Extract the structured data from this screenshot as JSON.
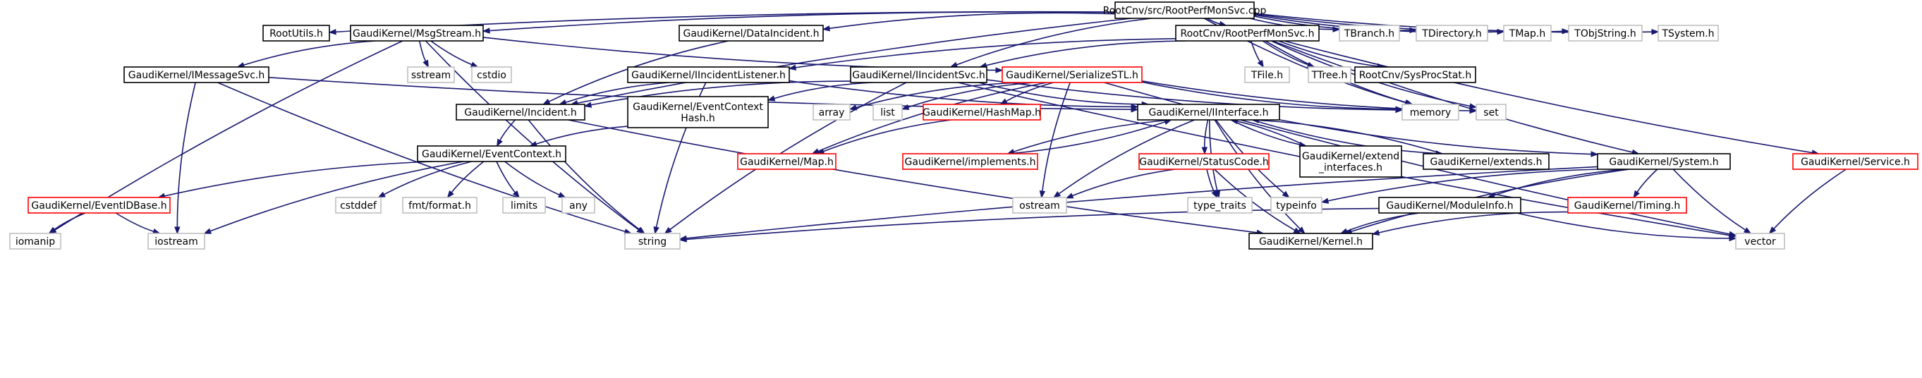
{
  "graph": {
    "colors": {
      "edge": "#191970",
      "border_default": "#000000",
      "border_missing": "#ff0000",
      "border_external": "#bfbfbf",
      "root_fill": "#bfbfbf"
    },
    "nodes": {
      "root": {
        "label": "RootCnv/src/RootPerfMonSvc.cpp",
        "style": "root"
      },
      "rootutils": {
        "label": "RootUtils.h",
        "style": "default"
      },
      "msgstream": {
        "label": "GaudiKernel/MsgStream.h",
        "style": "default"
      },
      "datainc": {
        "label": "GaudiKernel/DataIncident.h",
        "style": "default"
      },
      "perfmon": {
        "label": "RootCnv/RootPerfMonSvc.h",
        "style": "default"
      },
      "tbranch": {
        "label": "TBranch.h",
        "style": "external"
      },
      "tdirectory": {
        "label": "TDirectory.h",
        "style": "external"
      },
      "tmap": {
        "label": "TMap.h",
        "style": "external"
      },
      "tobjstring": {
        "label": "TObjString.h",
        "style": "external"
      },
      "tsystem": {
        "label": "TSystem.h",
        "style": "external"
      },
      "imsgsvc": {
        "label": "GaudiKernel/IMessageSvc.h",
        "style": "default"
      },
      "sstream": {
        "label": "sstream",
        "style": "external"
      },
      "cstdio": {
        "label": "cstdio",
        "style": "external"
      },
      "iinclistener": {
        "label": "GaudiKernel/IIncidentListener.h",
        "style": "default"
      },
      "iincsvc": {
        "label": "GaudiKernel/IIncidentSvc.h",
        "style": "default"
      },
      "serialize": {
        "label": "GaudiKernel/SerializeSTL.h",
        "style": "missing"
      },
      "tfile": {
        "label": "TFile.h",
        "style": "external"
      },
      "ttree": {
        "label": "TTree.h",
        "style": "external"
      },
      "sysprocstat": {
        "label": "RootCnv/SysProcStat.h",
        "style": "default"
      },
      "incident": {
        "label": "GaudiKernel/Incident.h",
        "style": "default"
      },
      "evctxhash": {
        "label": [
          "GaudiKernel/EventContext",
          "Hash.h"
        ],
        "style": "default"
      },
      "array": {
        "label": "array",
        "style": "external"
      },
      "list": {
        "label": "list",
        "style": "external"
      },
      "hashmap": {
        "label": "GaudiKernel/HashMap.h",
        "style": "missing"
      },
      "iinterface": {
        "label": "GaudiKernel/IInterface.h",
        "style": "default"
      },
      "memory": {
        "label": "memory",
        "style": "external"
      },
      "set": {
        "label": "set",
        "style": "external"
      },
      "evctx": {
        "label": "GaudiKernel/EventContext.h",
        "style": "default"
      },
      "map": {
        "label": "GaudiKernel/Map.h",
        "style": "missing"
      },
      "implements": {
        "label": "GaudiKernel/implements.h",
        "style": "missing"
      },
      "statuscode": {
        "label": "GaudiKernel/StatusCode.h",
        "style": "missing"
      },
      "extendif": {
        "label": [
          "GaudiKernel/extend",
          "_interfaces.h"
        ],
        "style": "default"
      },
      "extends": {
        "label": "GaudiKernel/extends.h",
        "style": "default"
      },
      "system": {
        "label": "GaudiKernel/System.h",
        "style": "default"
      },
      "service": {
        "label": "GaudiKernel/Service.h",
        "style": "missing"
      },
      "evidbase": {
        "label": "GaudiKernel/EventIDBase.h",
        "style": "missing"
      },
      "cstddef": {
        "label": "cstddef",
        "style": "external"
      },
      "fmtformat": {
        "label": "fmt/format.h",
        "style": "external"
      },
      "limits": {
        "label": "limits",
        "style": "external"
      },
      "any": {
        "label": "any",
        "style": "external"
      },
      "ostream": {
        "label": "ostream",
        "style": "external"
      },
      "typetraits": {
        "label": "type_traits",
        "style": "external"
      },
      "typeinfo": {
        "label": "typeinfo",
        "style": "external"
      },
      "moduleinfo": {
        "label": "GaudiKernel/ModuleInfo.h",
        "style": "default"
      },
      "timing": {
        "label": "GaudiKernel/Timing.h",
        "style": "missing"
      },
      "iomanip": {
        "label": "iomanip",
        "style": "external"
      },
      "iostream": {
        "label": "iostream",
        "style": "external"
      },
      "string": {
        "label": "string",
        "style": "external"
      },
      "kernel": {
        "label": "GaudiKernel/Kernel.h",
        "style": "default"
      },
      "vector": {
        "label": "vector",
        "style": "external"
      }
    },
    "edges": [
      [
        "root",
        "rootutils"
      ],
      [
        "root",
        "msgstream"
      ],
      [
        "root",
        "datainc"
      ],
      [
        "root",
        "perfmon"
      ],
      [
        "root",
        "tbranch"
      ],
      [
        "root",
        "tdirectory"
      ],
      [
        "root",
        "tmap"
      ],
      [
        "root",
        "tobjstring"
      ],
      [
        "root",
        "tsystem"
      ],
      [
        "root",
        "incident"
      ],
      [
        "root",
        "iincsvc"
      ],
      [
        "root",
        "memory"
      ],
      [
        "msgstream",
        "imsgsvc"
      ],
      [
        "msgstream",
        "sstream"
      ],
      [
        "msgstream",
        "cstdio"
      ],
      [
        "msgstream",
        "string"
      ],
      [
        "msgstream",
        "iomanip"
      ],
      [
        "msgstream",
        "serialize"
      ],
      [
        "datainc",
        "incident"
      ],
      [
        "perfmon",
        "iinclistener"
      ],
      [
        "perfmon",
        "iincsvc"
      ],
      [
        "perfmon",
        "tfile"
      ],
      [
        "perfmon",
        "ttree"
      ],
      [
        "perfmon",
        "sysprocstat"
      ],
      [
        "perfmon",
        "service"
      ],
      [
        "perfmon",
        "memory"
      ],
      [
        "perfmon",
        "set"
      ],
      [
        "perfmon",
        "system"
      ],
      [
        "imsgsvc",
        "iinterface"
      ],
      [
        "imsgsvc",
        "iostream"
      ],
      [
        "imsgsvc",
        "string"
      ],
      [
        "iinclistener",
        "iinterface"
      ],
      [
        "iinclistener",
        "incident"
      ],
      [
        "iinclistener",
        "string"
      ],
      [
        "iincsvc",
        "iinterface"
      ],
      [
        "iincsvc",
        "incident"
      ],
      [
        "iincsvc",
        "evctxhash"
      ],
      [
        "iincsvc",
        "string"
      ],
      [
        "iincsvc",
        "memory"
      ],
      [
        "iincsvc",
        "vector"
      ],
      [
        "serialize",
        "array"
      ],
      [
        "serialize",
        "list"
      ],
      [
        "serialize",
        "hashmap"
      ],
      [
        "serialize",
        "map"
      ],
      [
        "serialize",
        "ostream"
      ],
      [
        "serialize",
        "set"
      ],
      [
        "serialize",
        "memory"
      ],
      [
        "serialize",
        "vector"
      ],
      [
        "incident",
        "evctx"
      ],
      [
        "incident",
        "string"
      ],
      [
        "incident",
        "kernel"
      ],
      [
        "evctxhash",
        "evctx"
      ],
      [
        "hashmap",
        "map"
      ],
      [
        "iinterface",
        "implements"
      ],
      [
        "iinterface",
        "statuscode"
      ],
      [
        "iinterface",
        "extendif"
      ],
      [
        "iinterface",
        "extends"
      ],
      [
        "iinterface",
        "system"
      ],
      [
        "iinterface",
        "ostream"
      ],
      [
        "iinterface",
        "typetraits"
      ],
      [
        "iinterface",
        "typeinfo"
      ],
      [
        "iinterface",
        "kernel"
      ],
      [
        "implements",
        "iinterface"
      ],
      [
        "extendif",
        "iinterface"
      ],
      [
        "extends",
        "iinterface"
      ],
      [
        "evctx",
        "evidbase"
      ],
      [
        "evctx",
        "cstddef"
      ],
      [
        "evctx",
        "fmtformat"
      ],
      [
        "evctx",
        "limits"
      ],
      [
        "evctx",
        "any"
      ],
      [
        "evctx",
        "iostream"
      ],
      [
        "evidbase",
        "iomanip"
      ],
      [
        "evidbase",
        "iostream"
      ],
      [
        "statuscode",
        "ostream"
      ],
      [
        "statuscode",
        "typetraits"
      ],
      [
        "statuscode",
        "kernel"
      ],
      [
        "system",
        "typeinfo"
      ],
      [
        "system",
        "moduleinfo"
      ],
      [
        "system",
        "timing"
      ],
      [
        "system",
        "string"
      ],
      [
        "system",
        "vector"
      ],
      [
        "system",
        "kernel"
      ],
      [
        "moduleinfo",
        "kernel"
      ],
      [
        "moduleinfo",
        "string"
      ],
      [
        "moduleinfo",
        "vector"
      ],
      [
        "timing",
        "kernel"
      ],
      [
        "service",
        "vector"
      ]
    ]
  }
}
